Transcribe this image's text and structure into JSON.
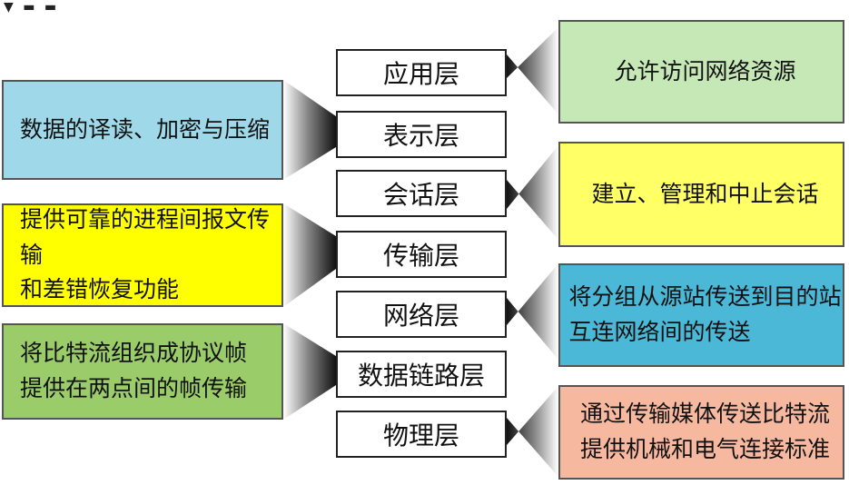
{
  "layers": [
    {
      "name": "应用层"
    },
    {
      "name": "表示层"
    },
    {
      "name": "会话层"
    },
    {
      "name": "传输层"
    },
    {
      "name": "网络层"
    },
    {
      "name": "数据链路层"
    },
    {
      "name": "物理层"
    }
  ],
  "left_descriptions": [
    {
      "lines": [
        "数据的译读、加密与压缩"
      ],
      "color": "#9fd8e8"
    },
    {
      "lines": [
        "提供可靠的进程间报文传输",
        "和差错恢复功能"
      ],
      "color": "#ffff00"
    },
    {
      "lines": [
        "将比特流组织成协议帧",
        "提供在两点间的帧传输"
      ],
      "color": "#9bcc6a"
    }
  ],
  "right_descriptions": [
    {
      "lines": [
        "允许访问网络资源"
      ],
      "color": "#c6e8b6"
    },
    {
      "lines": [
        "建立、管理和中止会话"
      ],
      "color": "#ffff66"
    },
    {
      "lines": [
        "将分组从源站传送到目的站",
        "互连网络间的传送"
      ],
      "color": "#4ab8d6"
    },
    {
      "lines": [
        "通过传输媒体传送比特流",
        "提供机械和电气连接标准"
      ],
      "color": "#f7b8a0"
    }
  ]
}
